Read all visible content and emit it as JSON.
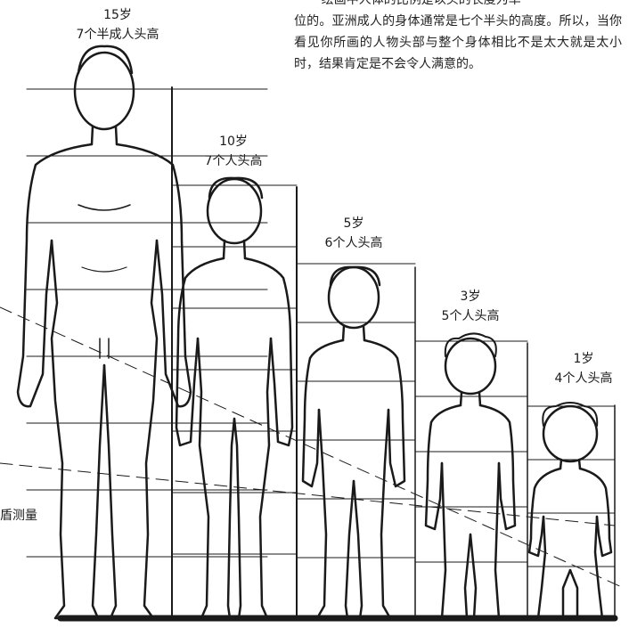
{
  "figures": [
    {
      "age": "15岁",
      "heads": "7个半成人头高"
    },
    {
      "age": "10岁",
      "heads": "7个人头高"
    },
    {
      "age": "5岁",
      "heads": "6个人头高"
    },
    {
      "age": "3岁",
      "heads": "5个人头高"
    },
    {
      "age": "1岁",
      "heads": "4个人头高"
    }
  ],
  "paragraph": {
    "line1": "绘画中人体的比例是以头的长度为单",
    "rest": "位的。亚洲成人的身体通常是七个半头的高度。所以，当你看见你所画的人物头部与整个身体相比不是太大就是太小时，结果肯定是不会令人满意的。"
  },
  "side_note": "盾测量",
  "colors": {
    "ink": "#1a1a1a",
    "paper": "#ffffff"
  }
}
